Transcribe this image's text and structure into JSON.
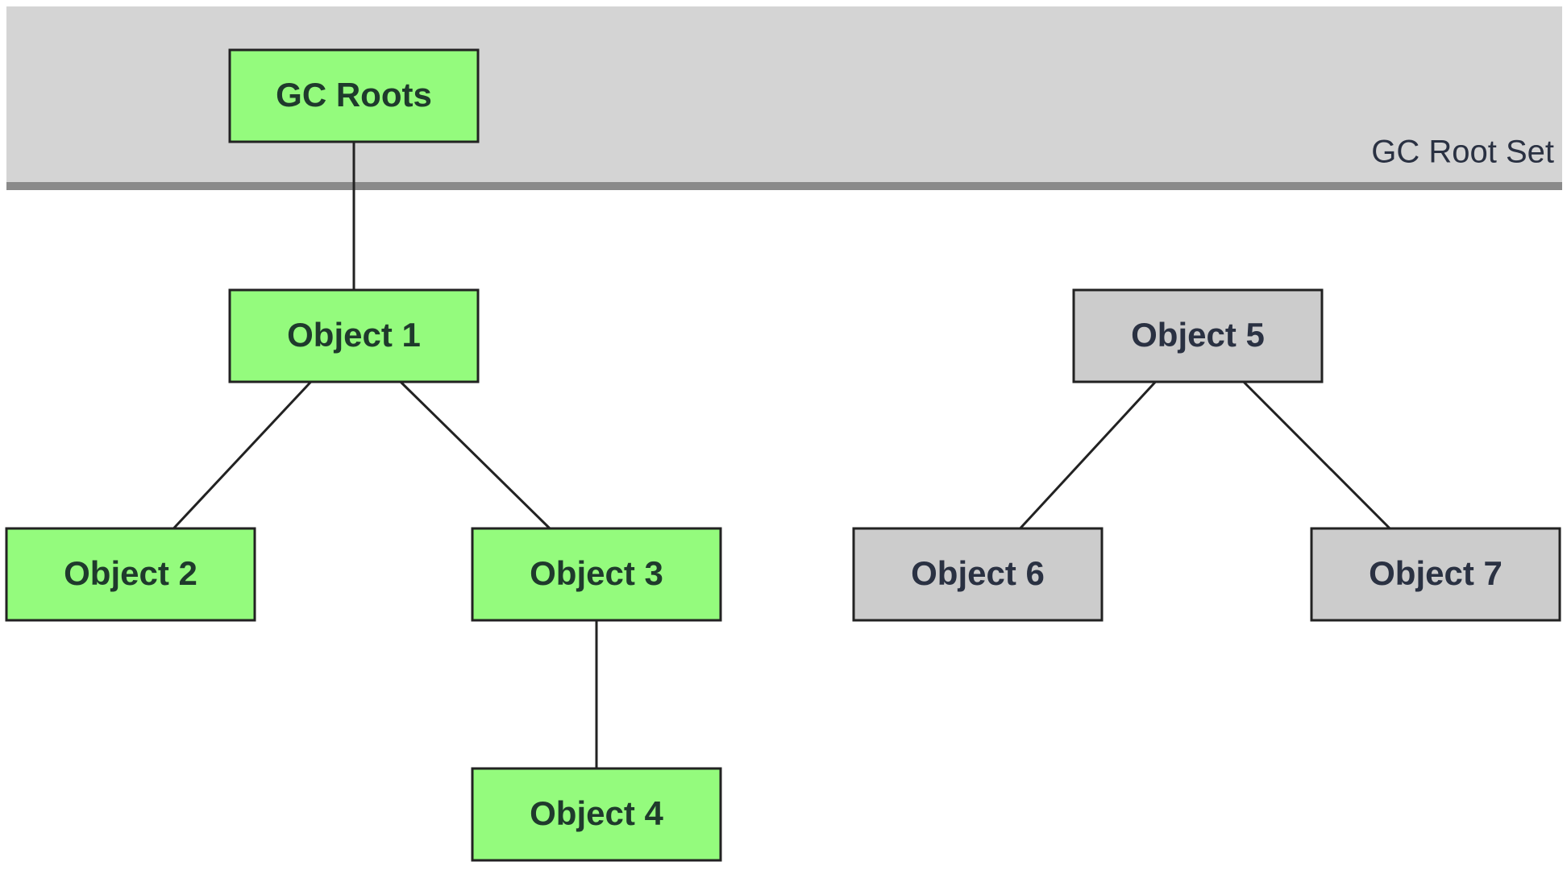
{
  "root_set": {
    "label": "GC Root Set",
    "band_color": "#d4d4d4",
    "divider_color": "#8a8a8a",
    "label_color": "#2a3142"
  },
  "colors": {
    "reachable": "#94fb7d",
    "unreachable": "#cccccc",
    "reachable_text": "#1f3a2c",
    "unreachable_text": "#2a3142",
    "edge": "#222222"
  },
  "nodes": [
    {
      "id": "gc-roots",
      "label": "GC Roots",
      "reachable": true
    },
    {
      "id": "object-1",
      "label": "Object 1",
      "reachable": true
    },
    {
      "id": "object-2",
      "label": "Object 2",
      "reachable": true
    },
    {
      "id": "object-3",
      "label": "Object 3",
      "reachable": true
    },
    {
      "id": "object-4",
      "label": "Object 4",
      "reachable": true
    },
    {
      "id": "object-5",
      "label": "Object 5",
      "reachable": false
    },
    {
      "id": "object-6",
      "label": "Object 6",
      "reachable": false
    },
    {
      "id": "object-7",
      "label": "Object 7",
      "reachable": false
    }
  ],
  "edges": [
    {
      "from": "gc-roots",
      "to": "object-1"
    },
    {
      "from": "object-1",
      "to": "object-2"
    },
    {
      "from": "object-1",
      "to": "object-3"
    },
    {
      "from": "object-3",
      "to": "object-4"
    },
    {
      "from": "object-5",
      "to": "object-6"
    },
    {
      "from": "object-5",
      "to": "object-7"
    }
  ]
}
